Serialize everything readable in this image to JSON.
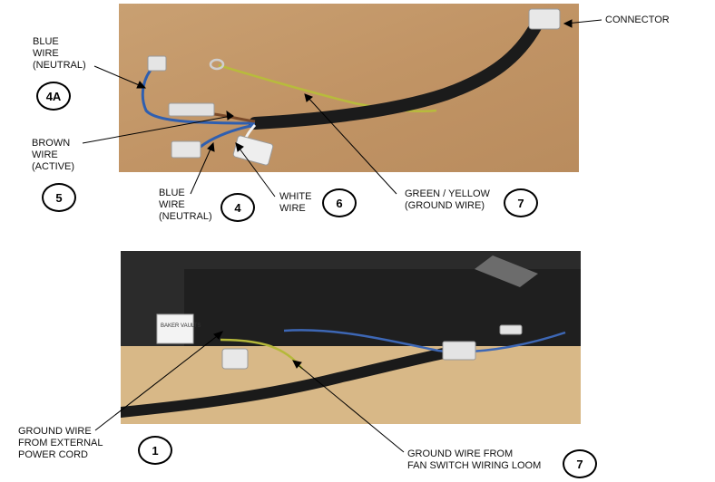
{
  "top_photo": {
    "labels": {
      "connector": "CONNECTOR",
      "blue_wire_4a": "BLUE\nWIRE\n(NEUTRAL)",
      "brown_wire": "BROWN\nWIRE\n(ACTIVE)",
      "blue_wire_4": "BLUE\nWIRE\n(NEUTRAL)",
      "white_wire": "WHITE\nWIRE",
      "green_yellow": "GREEN / YELLOW\n(GROUND WIRE)"
    },
    "badges": {
      "b4a": "4A",
      "b5": "5",
      "b4": "4",
      "b6": "6",
      "b7": "7"
    }
  },
  "bottom_photo": {
    "sticker_text": "BAKER VAULTS",
    "labels": {
      "ground_external": "GROUND WIRE\nFROM EXTERNAL\nPOWER CORD",
      "ground_loom": "GROUND WIRE FROM\nFAN SWITCH WIRING LOOM"
    },
    "badges": {
      "b1": "1",
      "b7": "7"
    }
  },
  "colors": {
    "cardboard": "#c59a6d",
    "cable_black": "#1a1a1a",
    "wire_blue": "#2f5fb0",
    "wire_brown": "#7a4a2a",
    "wire_green_yellow": "#b5b83a",
    "wood": "#d9b988",
    "cabinet": "#2a2a2a"
  }
}
